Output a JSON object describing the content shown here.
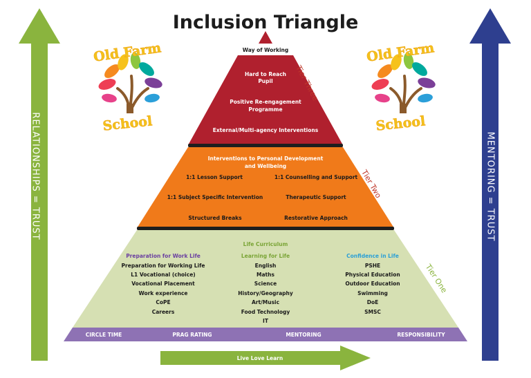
{
  "title": "Inclusion Triangle",
  "left_arrow": "RELATIONSHIPS = TRUST",
  "right_arrow": "MENTORING = TRUST",
  "logo": {
    "line1": "Old Farm",
    "line2": "School"
  },
  "pyramid": {
    "apex_label": "Way of Working",
    "tier3": {
      "label": "Tier Three",
      "items": [
        "Hard to Reach",
        "Pupil",
        "Positive Re-engagement",
        "Programme",
        "External/Multi-agency Interventions"
      ]
    },
    "tier2": {
      "label": "Tier Two",
      "heading_line1": "Interventions to Personal Development",
      "heading_line2": "and Wellbeing",
      "left": [
        "1:1 Lesson Support",
        "1:1 Subject Specific Intervention",
        "Structured Breaks"
      ],
      "right": [
        "1:1 Counselling and Support",
        "Therapeutic Support",
        "Restorative Approach"
      ]
    },
    "tier1": {
      "label": "Tier One",
      "curriculum": "Life Curriculum",
      "col1_heading": "Preparation for Work Life",
      "col1": [
        "Preparation for Working Life",
        "L1 Vocational (choice)",
        "Vocational Placement",
        "Work experience",
        "CoPE",
        "Careers"
      ],
      "col2_heading": "Learning for Life",
      "col2": [
        "English",
        "Maths",
        "Science",
        "History/Geography",
        "Art/Music",
        "Food Technology",
        "IT"
      ],
      "col3_heading": "Confidence in Life",
      "col3": [
        "PSHE",
        "Physical Education",
        "Outdoor Education",
        "Swimming",
        "DoE",
        "SMSC"
      ]
    },
    "base_bar": [
      "CIRCLE TIME",
      "PRAG RATING",
      "MENTORING",
      "RESPONSIBILITY"
    ]
  },
  "bottom_arrow": "Live Love Learn",
  "colors": {
    "tier3": "#b0202e",
    "tier2": "#f07a1a",
    "tier1": "#d6e0b3",
    "base_bar": "#8e72b4",
    "left_arrow": "#8ab43e",
    "right_arrow": "#2e3f8f",
    "bottom_arrow": "#8ab43e",
    "separator": "#1e1e1e",
    "col1_heading": "#6a3fa0",
    "col2_heading": "#7aa436",
    "col3_heading": "#2a9fd6"
  }
}
